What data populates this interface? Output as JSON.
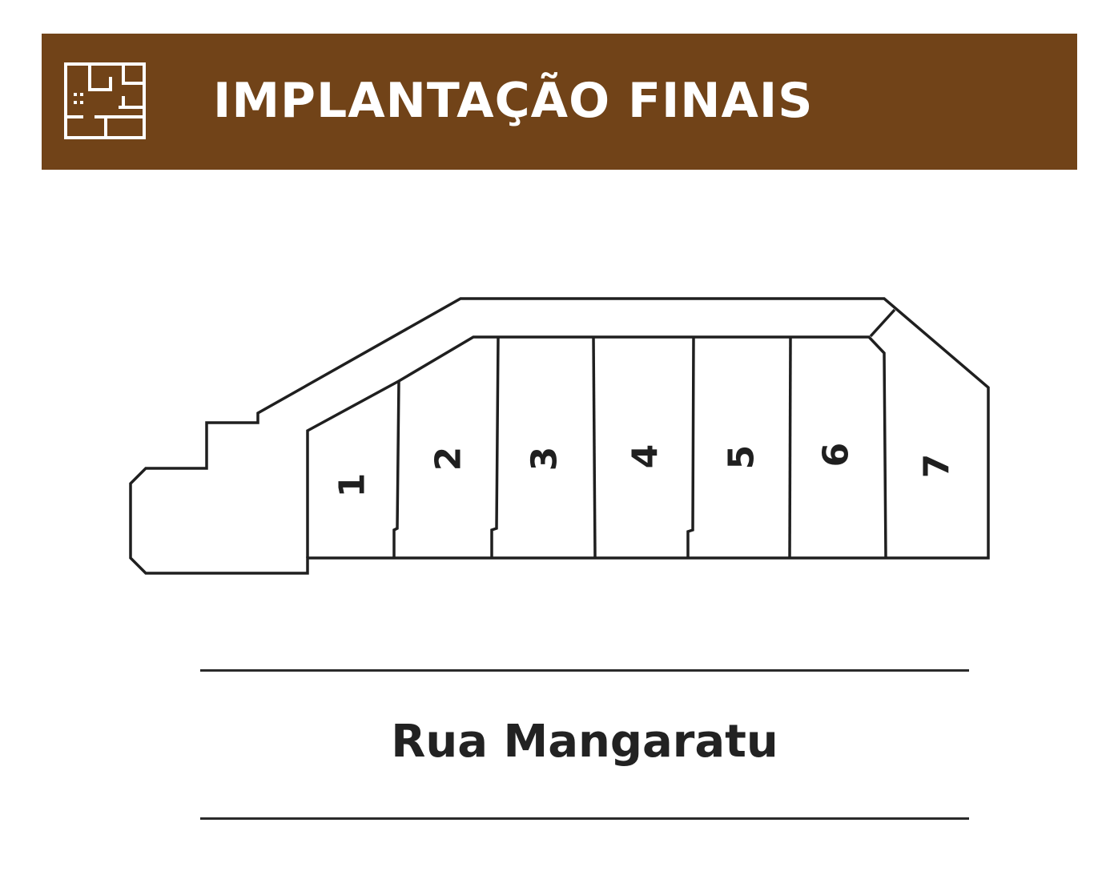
{
  "header": {
    "icon": "floor-plan-icon",
    "title": "IMPLANTAÇÃO FINAIS",
    "background_color": "#714318",
    "text_color": "#ffffff"
  },
  "lots": [
    {
      "number": "1"
    },
    {
      "number": "2"
    },
    {
      "number": "3"
    },
    {
      "number": "4"
    },
    {
      "number": "5"
    },
    {
      "number": "6"
    },
    {
      "number": "7"
    }
  ],
  "street": {
    "name": "Rua Mangaratu"
  }
}
